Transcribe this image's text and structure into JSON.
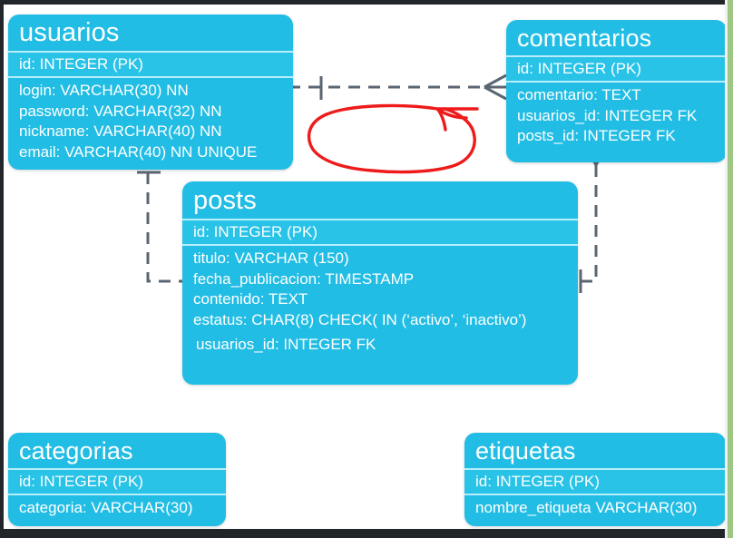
{
  "diagram": {
    "kind": "entity-relationship-diagram",
    "notation": "crow's-foot",
    "colors": {
      "entity_fill": "#22bde4",
      "pk_row_fill": "#29c3e8",
      "separator": "#b8eefb",
      "text": "#ffffff",
      "connector": "#5a6672",
      "annotation": "#ee1b1b",
      "background": "#ffffff"
    },
    "tables": [
      {
        "id": "usuarios",
        "title": "usuarios",
        "pk": "id:  INTEGER (PK)",
        "fields": [
          "login: VARCHAR(30) NN",
          "password: VARCHAR(32) NN",
          "nickname: VARCHAR(40) NN",
          "email: VARCHAR(40) NN UNIQUE"
        ]
      },
      {
        "id": "comentarios",
        "title": "comentarios",
        "pk": "id: INTEGER (PK)",
        "fields": [
          "comentario: TEXT",
          "usuarios_id: INTEGER FK",
          "posts_id: INTEGER FK"
        ]
      },
      {
        "id": "posts",
        "title": "posts",
        "pk": "id: INTEGER (PK)",
        "fields": [
          "titulo: VARCHAR (150)",
          "fecha_publicacion: TIMESTAMP",
          "contenido:  TEXT",
          "estatus: CHAR(8) CHECK( IN (‘activo’, ‘inactivo’)",
          "usuarios_id: INTEGER FK"
        ]
      },
      {
        "id": "categorias",
        "title": "categorias",
        "pk": "id: INTEGER (PK)",
        "fields": [
          "categoria: VARCHAR(30)"
        ]
      },
      {
        "id": "etiquetas",
        "title": "etiquetas",
        "pk": "id: INTEGER (PK)",
        "fields": [
          "nombre_etiqueta VARCHAR(30)"
        ]
      }
    ],
    "relationships": [
      {
        "id": "usuarios-comentarios",
        "from": "usuarios",
        "to": "comentarios",
        "from_cardinality": "one",
        "to_cardinality": "many",
        "line_style": "dashed"
      },
      {
        "id": "usuarios-posts",
        "from": "usuarios",
        "to": "posts",
        "from_cardinality": "one",
        "to_cardinality": "many",
        "line_style": "dashed"
      },
      {
        "id": "posts-comentarios",
        "from": "posts",
        "to": "comentarios",
        "from_cardinality": "one",
        "to_cardinality": "many",
        "line_style": "dashed"
      }
    ],
    "annotation": {
      "type": "freehand-ellipse-with-arrow",
      "color": "#ee1b1b",
      "target": "usuarios-comentarios"
    }
  }
}
